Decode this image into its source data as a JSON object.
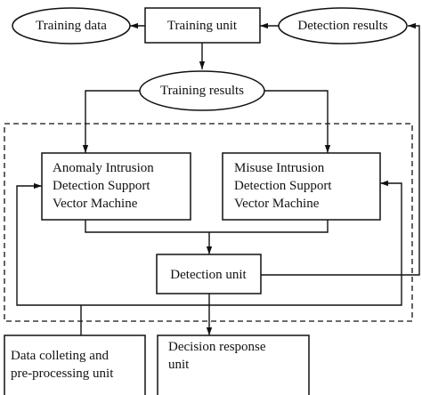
{
  "nodes": {
    "training_data": {
      "lines": [
        "Training data"
      ]
    },
    "training_unit": {
      "lines": [
        "Training unit"
      ]
    },
    "detection_results": {
      "lines": [
        "Detection results"
      ]
    },
    "training_results": {
      "lines": [
        "Training results"
      ]
    },
    "anomaly_svm": {
      "lines": [
        "Anomaly Intrusion",
        "Detection Support",
        "Vector Machine"
      ]
    },
    "misuse_svm": {
      "lines": [
        "Misuse Intrusion",
        "Detection Support",
        "Vector Machine"
      ]
    },
    "detection_unit": {
      "lines": [
        "Detection unit"
      ]
    },
    "data_collecting": {
      "lines": [
        "Data colleting and",
        "pre-processing unit"
      ]
    },
    "decision_response": {
      "lines": [
        "Decision response",
        "unit"
      ]
    }
  },
  "colors": {
    "stroke": "#111111",
    "background": "#ffffff"
  }
}
